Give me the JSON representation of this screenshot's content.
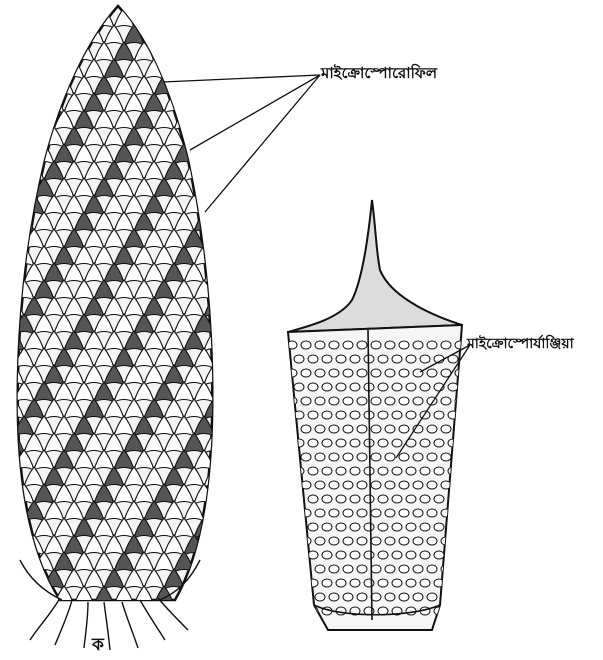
{
  "labels": {
    "microsporophyll": "মাইক্রোস্পোরোফিল",
    "microsporangia": "মাইক্রোস্পোর্যাঞ্জিয়া",
    "figure_letter": "ক"
  },
  "colors": {
    "ink": "#111111",
    "paper": "#ffffff",
    "shade": "#555555"
  }
}
